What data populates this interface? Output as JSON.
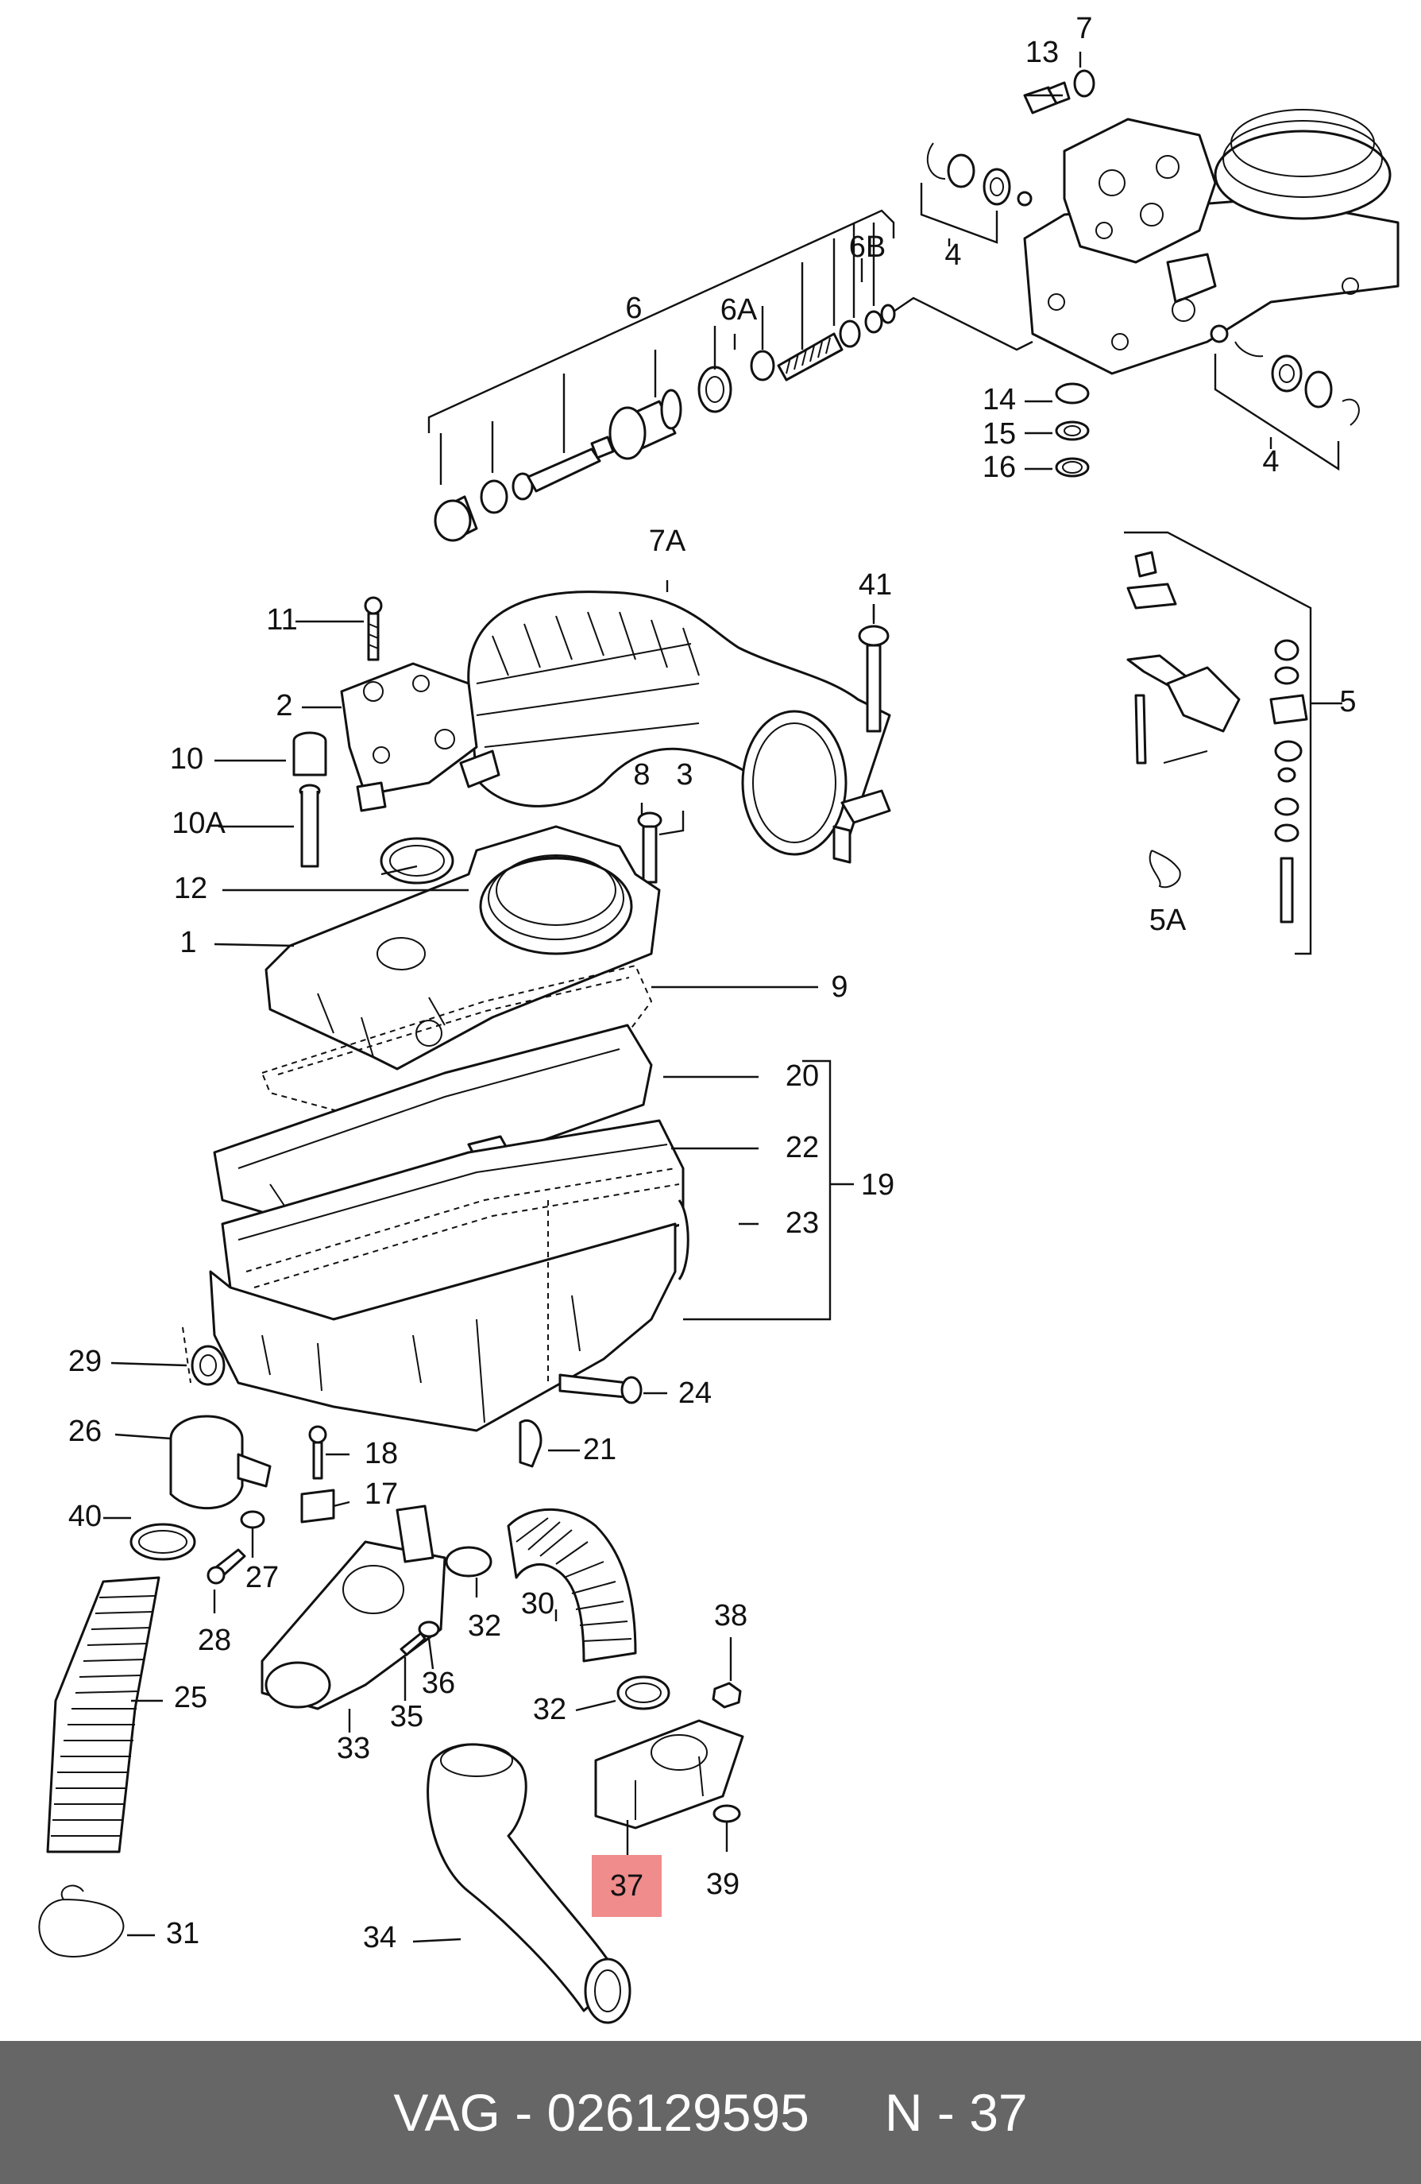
{
  "diagram": {
    "labels": [
      "13",
      "7",
      "4",
      "6B",
      "6",
      "6A",
      "14",
      "15",
      "16",
      "4",
      "7A",
      "41",
      "11",
      "5",
      "2",
      "10",
      "8",
      "3",
      "10A",
      "12",
      "5A",
      "1",
      "9",
      "20",
      "22",
      "19",
      "23",
      "29",
      "24",
      "26",
      "21",
      "18",
      "40",
      "17",
      "27",
      "30",
      "38",
      "28",
      "32",
      "25",
      "36",
      "35",
      "33",
      "32",
      "39",
      "31",
      "34"
    ],
    "highlighted_label": "37"
  },
  "footer": {
    "brand": "VAG",
    "separator": "-",
    "part_number": "026129595",
    "position_prefix": "N",
    "position_number": "37"
  },
  "colors": {
    "highlight": "#f08c8c",
    "footer_background": "#666666",
    "footer_text": "#ffffff",
    "line_art": "#111111"
  }
}
